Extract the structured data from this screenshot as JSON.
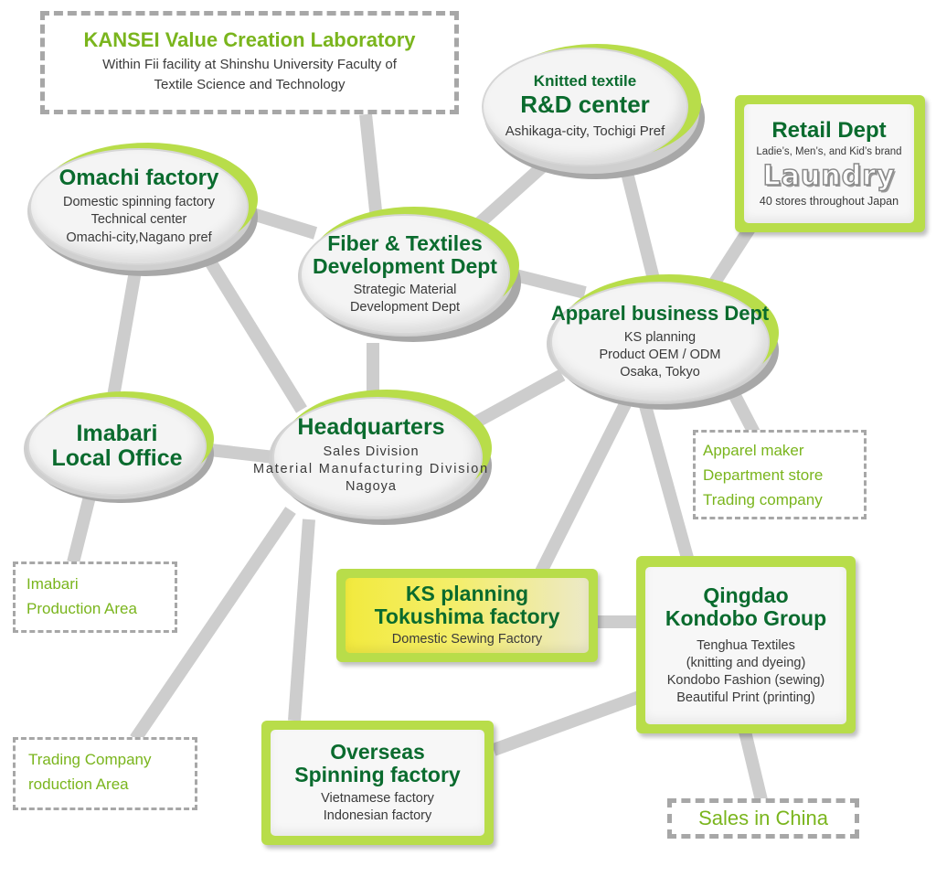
{
  "kansei": {
    "title": "KANSEI Value Creation Laboratory",
    "line1": "Within Fii facility at Shinshu University Faculty of",
    "line2": "Textile Science and Technology"
  },
  "knitted": {
    "line1": "Knitted textile",
    "title": "R&D center",
    "sub": "Ashikaga-city, Tochigi Pref"
  },
  "retail": {
    "title": "Retail Dept",
    "line1": "Ladie’s, Men’s, and Kid’s brand",
    "logo": "Laundry",
    "line2": "40 stores throughout Japan"
  },
  "omachi": {
    "title": "Omachi factory",
    "line1": "Domestic spinning factory",
    "line2": "Technical center",
    "line3": "Omachi-city,Nagano pref"
  },
  "fiber": {
    "title1": "Fiber & Textiles",
    "title2": "Development Dept",
    "line1": "Strategic Material",
    "line2": "Development Dept"
  },
  "apparel": {
    "title": "Apparel business Dept",
    "line1": "KS planning",
    "line2": "Product OEM / ODM",
    "line3": "Osaka, Tokyo"
  },
  "imabari_office": {
    "title1": "Imabari",
    "title2": "Local Office"
  },
  "hq": {
    "title": "Headquarters",
    "line1": "Sales Division",
    "line2": "Material Manufacturing Division",
    "line3": "Nagoya"
  },
  "apparel_maker": {
    "line1": "Apparel maker",
    "line2": "Department store",
    "line3": "Trading company"
  },
  "imabari_area": {
    "line1": "Imabari",
    "line2": "Production Area"
  },
  "ks_tokushima": {
    "title1": "KS planning",
    "title2": "Tokushima factory",
    "sub": "Domestic Sewing Factory"
  },
  "qingdao": {
    "title1": "Qingdao",
    "title2": "Kondobo Group",
    "line1": "Tenghua Textiles",
    "line2": "(knitting and dyeing)",
    "line3": "Kondobo Fashion (sewing)",
    "line4": "Beautiful Print (printing)"
  },
  "trading_area": {
    "line1": "Trading Company",
    "line2": "roduction Area"
  },
  "overseas": {
    "title1": "Overseas",
    "title2": "Spinning factory",
    "line1": "Vietnamese factory",
    "line2": "Indonesian factory"
  },
  "sales_china": {
    "label": "Sales in China"
  },
  "colors": {
    "title_green": "#0a6b2e",
    "accent_lime": "#b8dd4a",
    "light_green_text": "#7ab51d",
    "connector_gray": "#cdcdcd",
    "dashed_gray": "#a7a7a7",
    "ks_yellow": "#f2ea3e"
  }
}
